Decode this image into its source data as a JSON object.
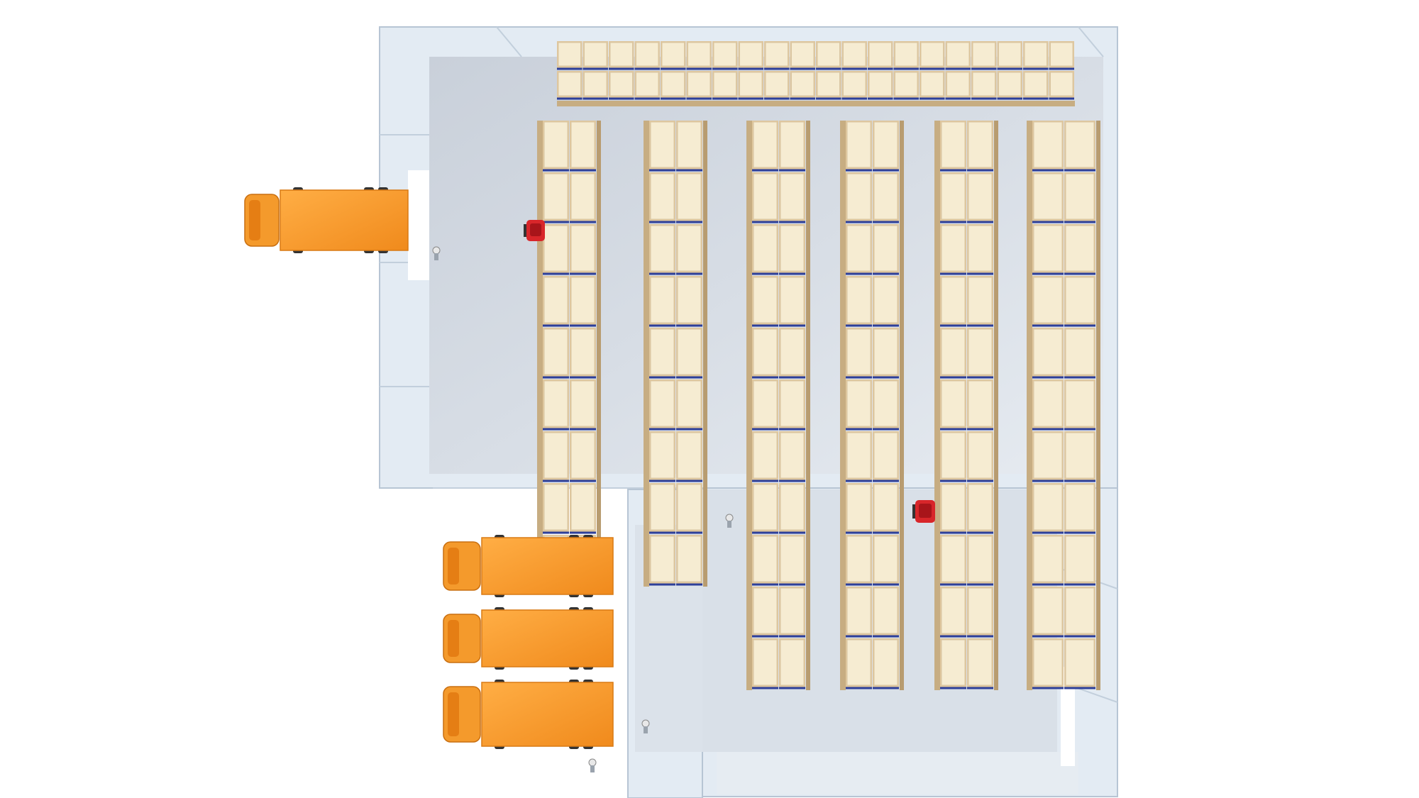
{
  "scene": {
    "description_free": true,
    "colors": {
      "background": "#ffffff",
      "floor": "#cfd6df",
      "floor_light": "#dfe5ec",
      "wall": "#dde7f0",
      "wall_edge": "#b8c7d6",
      "box_top": "#f6ecd2",
      "box_side": "#e0c79d",
      "rack_frame": "#2d3f9a",
      "truck_cab": "#f49a2c",
      "truck_box": "#ff9f2e",
      "forklift": "#d8262a"
    },
    "racks": [
      {
        "cols": 2,
        "rows": 9
      },
      {
        "cols": 2,
        "rows": 9
      },
      {
        "cols": 2,
        "rows": 11
      },
      {
        "cols": 2,
        "rows": 11
      },
      {
        "cols": 2,
        "rows": 11
      },
      {
        "cols": 2,
        "rows": 11
      }
    ],
    "top_rack": {
      "cols": 20,
      "rows": 2
    },
    "trucks": 4,
    "forklifts": 2
  }
}
